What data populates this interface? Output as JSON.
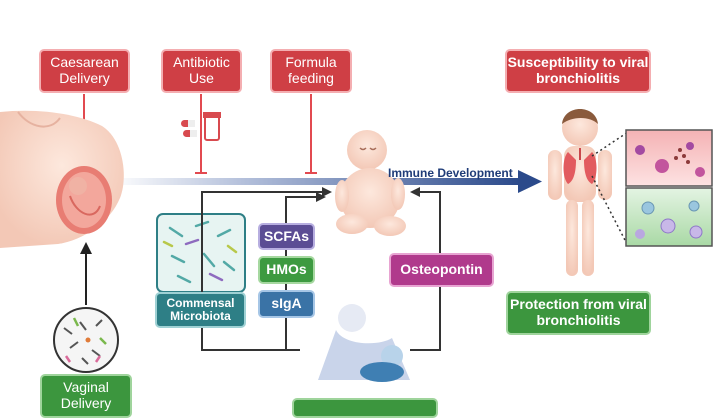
{
  "title": "",
  "risk_factors": {
    "caesarean": "Caesarean Delivery",
    "antibiotic": "Antibiotic Use",
    "formula": "Formula feeding"
  },
  "outcomes": {
    "susceptibility": "Susceptibility to viral bronchiolitis",
    "protection": "Protection from viral bronchiolitis"
  },
  "arrow_label": "Immune Development",
  "factors": {
    "scfas": "SCFAs",
    "hmos": "HMOs",
    "siga": "sIgA",
    "osteopontin": "Osteopontin",
    "microbiota": "Commensal Microbiota"
  },
  "vaginal": "Vaginal Delivery",
  "colors": {
    "red": "#cf3f45",
    "green": "#3c963e",
    "navy": "#2b4a8b",
    "purple": "#5b4d94",
    "teal": "#2e7f86",
    "magenta": "#b03a8c",
    "blue": "#3a73a6"
  },
  "icons": [
    "pregnant-belly-icon",
    "pill-bottle-icon",
    "baby-icon",
    "child-lungs-icon",
    "microbiota-icon",
    "virus-cells-icon",
    "breastfeeding-mother-icon",
    "vaginal-microbiome-icon"
  ]
}
